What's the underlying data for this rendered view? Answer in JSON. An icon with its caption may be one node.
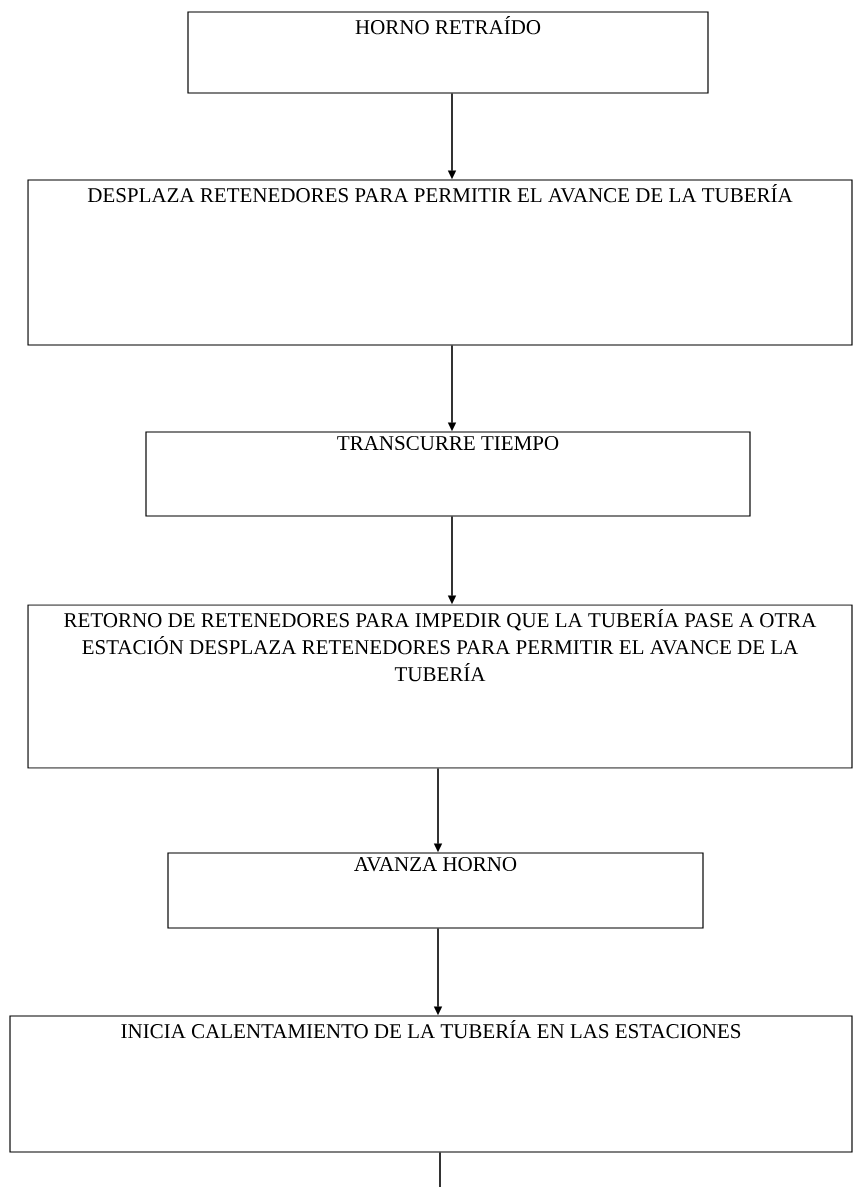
{
  "diagram": {
    "nodes": [
      {
        "text": [
          "HORNO RETRAÍDO"
        ]
      },
      {
        "text": [
          "DESPLAZA RETENEDORES PARA PERMITIR EL AVANCE DE LA TUBERÍA"
        ]
      },
      {
        "text": [
          "TRANSCURRE TIEMPO"
        ]
      },
      {
        "text": [
          "RETORNO DE RETENEDORES PARA IMPEDIR QUE LA TUBERÍA PASE A OTRA ESTACIÓN DESPLAZA RETENEDORES PARA PERMITIR EL AVANCE DE LA TUBERÍA"
        ]
      },
      {
        "text": [
          "AVANZA HORNO"
        ]
      },
      {
        "text": [
          "INICIA CALENTAMIENTO DE LA TUBERÍA EN LAS ESTACIONES"
        ]
      }
    ],
    "edges": [
      {
        "from": 0,
        "to": 1,
        "arrow": "to"
      },
      {
        "from": 1,
        "to": 2,
        "arrow": "to"
      },
      {
        "from": 2,
        "to": 3,
        "arrow": "to"
      },
      {
        "from": 3,
        "to": 4,
        "arrow": "to"
      },
      {
        "from": 4,
        "to": 5,
        "arrow": "to"
      },
      {
        "from": 5,
        "to": null,
        "arrow": "none"
      }
    ]
  }
}
